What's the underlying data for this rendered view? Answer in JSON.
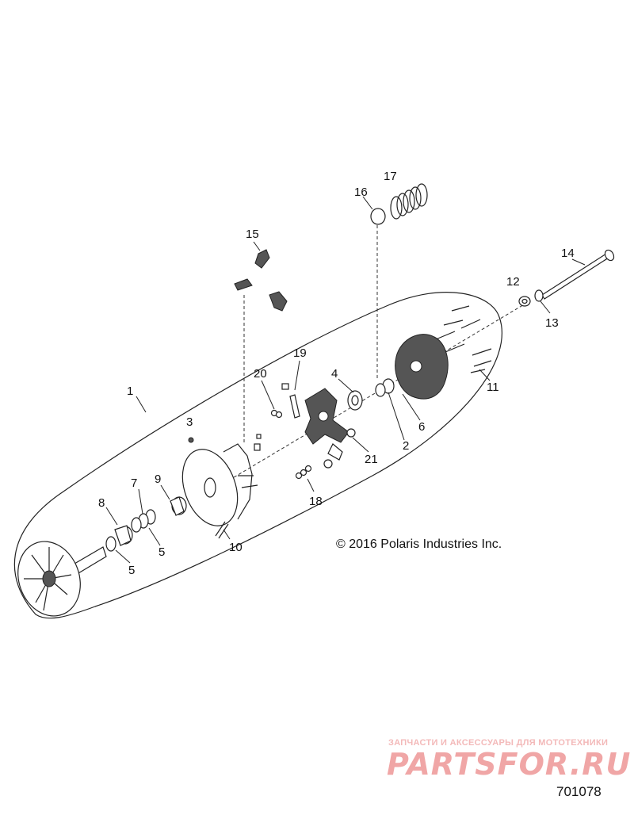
{
  "callouts": [
    "1",
    "2",
    "3",
    "4",
    "5",
    "5",
    "6",
    "7",
    "8",
    "9",
    "10",
    "11",
    "12",
    "13",
    "14",
    "15",
    "16",
    "17",
    "18",
    "19",
    "20",
    "21"
  ],
  "copyright": "© 2016 Polaris Industries Inc.",
  "watermark": {
    "tagline": "ЗАПЧАСТИ И АКСЕССУАРЫ ДЛЯ МОТОТЕХНИКИ",
    "brand": "PARTSFOR.RU"
  },
  "diagram_code": "701078"
}
